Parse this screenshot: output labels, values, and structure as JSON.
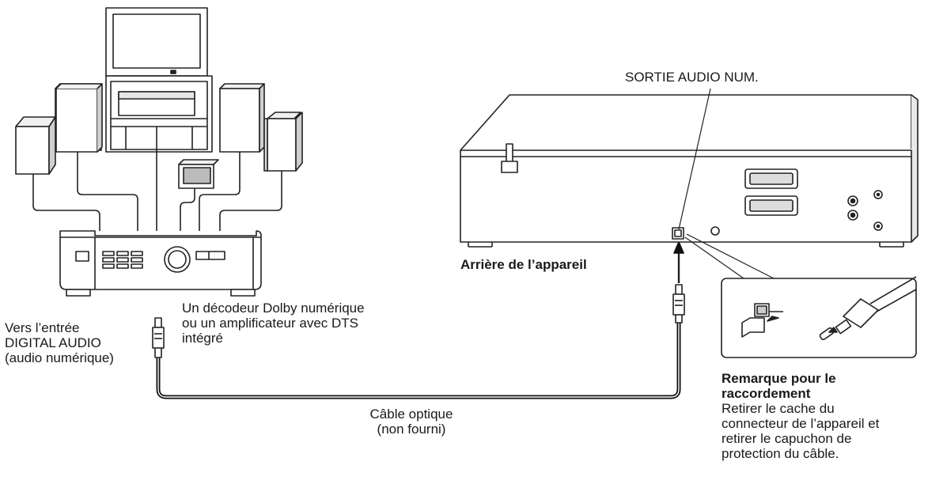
{
  "labels": {
    "sortie": "SORTIE AUDIO NUM.",
    "arriere": "Arrière de l’appareil",
    "decoder_line1": "Un décodeur Dolby numérique",
    "decoder_line2": "ou un amplificateur avec DTS",
    "decoder_line3": "intégré",
    "vers_line1": "Vers l’entrée",
    "vers_line2": "DIGITAL AUDIO",
    "vers_line3": "(audio numérique)",
    "cable_line1": "Câble optique",
    "cable_line2": "(non fourni)"
  },
  "remarque": {
    "title_line1": "Remarque pour le",
    "title_line2": "raccordement",
    "body_line1": "Retirer le cache du",
    "body_line2": "connecteur de l’appareil et",
    "body_line3": "retirer le capuchon de",
    "body_line4": "protection du câble."
  }
}
